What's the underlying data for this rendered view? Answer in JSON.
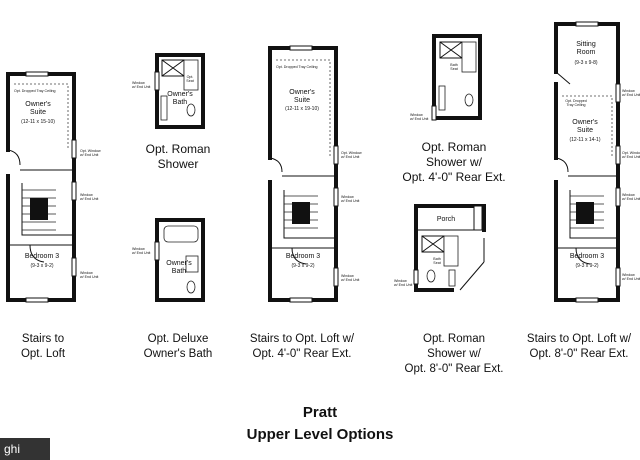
{
  "plans": [
    {
      "caption": "Stairs to\nOpt. Loft",
      "rooms": {
        "suite_name": "Owner's\nSuite",
        "suite_dim": "(12-11 x 15-10)",
        "bed_name": "Bedroom 3",
        "bed_dim": "(9-3 x 9-2)"
      },
      "notes": {
        "ceiling": "Opt. Dropped Tray Ceiling",
        "win_a": "Opt. Window\nw/ End Unit",
        "win_b": "Window\nw/ End Unit",
        "win_c": "Window\nw/ End Unit"
      }
    },
    {
      "label": "Opt. Roman\nShower",
      "rooms": {
        "bath": "Owner's\nBath"
      },
      "notes": {
        "win": "Window\nw/ End Unit",
        "shower": "Opt.\nSeat"
      }
    },
    {
      "caption": "Opt. Deluxe\nOwner's Bath",
      "rooms": {
        "bath": "Owner's\nBath"
      },
      "notes": {
        "win": "Window\nw/ End Unit"
      }
    },
    {
      "caption": "Stairs to Opt. Loft w/\nOpt. 4'-0\" Rear Ext.",
      "rooms": {
        "suite_name": "Owner's\nSuite",
        "suite_dim": "(12-11 x 19-10)",
        "bed_name": "Bedroom 3",
        "bed_dim": "(9-3 x 9-2)"
      },
      "notes": {
        "ceiling": "Opt. Dropped Tray Ceiling",
        "win_a": "Opt. Window\nw/ End Unit",
        "win_b": "Window\nw/ End Unit",
        "win_c": "Window\nw/ End Unit"
      }
    },
    {
      "label": "Opt. Roman\nShower w/\nOpt. 4'-0\" Rear Ext.",
      "notes": {
        "win": "Window\nw/ End Unit",
        "seat": "Bath\nSeat"
      }
    },
    {
      "caption": "Opt. Roman\nShower w/\nOpt. 8'-0\" Rear Ext.",
      "rooms": {
        "porch": "Porch"
      },
      "notes": {
        "win": "Window\nw/ End Unit",
        "seat": "Bath\nSeat"
      }
    },
    {
      "caption": "Stairs to Opt. Loft w/\nOpt. 8'-0\" Rear Ext.",
      "rooms": {
        "sitting_name": "Sitting\nRoom",
        "sitting_dim": "(9-3 x 9-8)",
        "suite_name": "Owner's\nSuite",
        "suite_dim": "(12-11 x 14-1)",
        "bed_name": "Bedroom 3",
        "bed_dim": "(9-3 x 9-2)"
      },
      "notes": {
        "ceiling": "Opt. Dropped\nTray Ceiling",
        "win_a": "Window\nw/ End Unit",
        "win_b": "Opt. Window\nw/ End Unit",
        "win_c": "Window\nw/ End Unit",
        "win_d": "Window\nw/ End Unit"
      }
    }
  ],
  "title": {
    "line1": "Pratt",
    "line2": "Upper Level Options"
  },
  "badge": "ghi"
}
